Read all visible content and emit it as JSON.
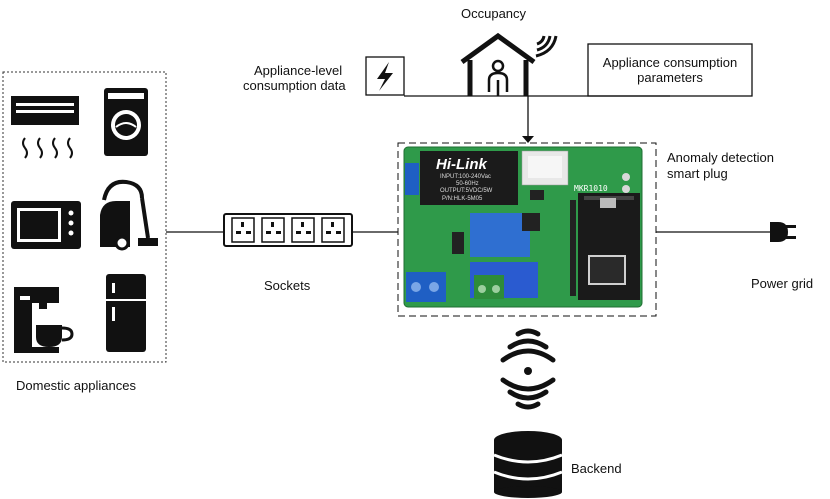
{
  "labels": {
    "occupancy": "Occupancy",
    "appliance_level_line1": "Appliance-level",
    "appliance_level_line2": "consumption data",
    "params_line1": "Appliance consumption",
    "params_line2": "parameters",
    "anomaly_line1": "Anomaly detection",
    "anomaly_line2": "smart plug",
    "sockets": "Sockets",
    "power_grid": "Power grid",
    "domestic_appliances": "Domestic appliances",
    "backend": "Backend"
  },
  "board_text": {
    "hilink": "Hi-Link",
    "hilink_spec1": "INPUT:100-240Vac",
    "hilink_spec2": "50-60Hz",
    "hilink_spec3": "OUTPUT:5VDC/5W",
    "hilink_model": "P/N:HLK-5M05",
    "mkr": "MKR1010"
  },
  "colors": {
    "pcb_green": "#2f9a4a",
    "relay_blue": "#2f6fd1",
    "terminal_blue": "#1f5fc4",
    "terminal_green": "#2e8b3a",
    "hilink_black": "#1b1b1b",
    "line": "#111111"
  },
  "icons": [
    "air-conditioner-icon",
    "washing-machine-icon",
    "microwave-icon",
    "vacuum-cleaner-icon",
    "coffee-machine-icon",
    "fridge-icon",
    "house-person-icon",
    "lightning-icon",
    "plug-icon",
    "wifi-icon",
    "database-icon",
    "power-strip-icon"
  ]
}
